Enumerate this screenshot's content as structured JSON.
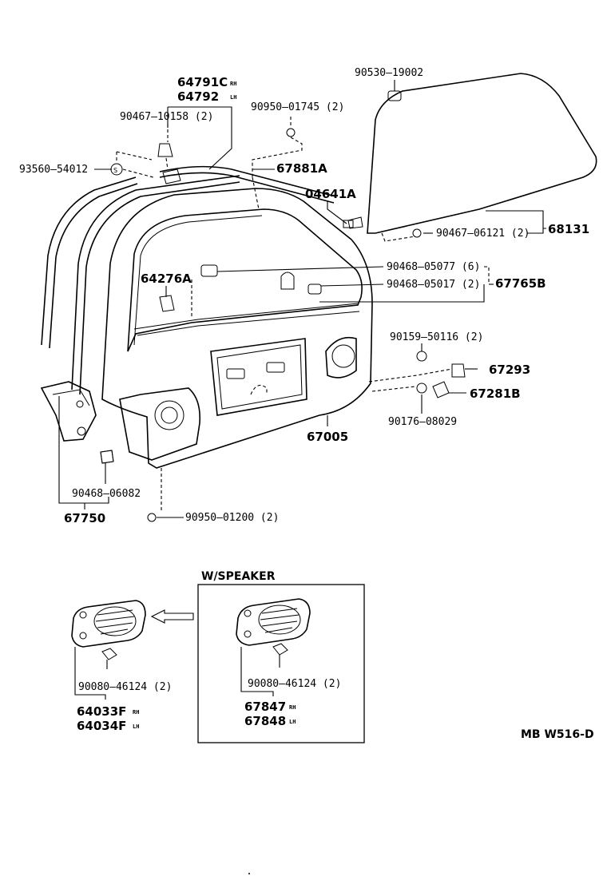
{
  "diagram": {
    "labels": {
      "p64791C": "64791C",
      "p64791C_side": "RH",
      "p64792": "64792",
      "p64792_side": "LH",
      "p90467_10158": "90467–10158 (2)",
      "p90950_01745": "90950–01745 (2)",
      "p93560_54012": "93560–54012",
      "p67881A": "67881A",
      "p04641A": "04641A",
      "p90530_19002": "90530–19002",
      "p90467_06121": "90467–06121 (2)",
      "p68131": "68131",
      "p64276A": "64276A",
      "p90468_05077": "90468–05077 (6)",
      "p90468_05017": "90468–05017 (2)",
      "p67765B": "67765B",
      "p90159_50116": "90159–50116 (2)",
      "p67293": "67293",
      "p67281B": "67281B",
      "p90176_08029": "90176–08029",
      "p67005": "67005",
      "p90468_06082": "90468–06082",
      "p67750": "67750",
      "p90950_01200": "90950–01200 (2)",
      "speaker_title": "W/SPEAKER",
      "p90080_46124_left": "90080–46124 (2)",
      "p64033F": "64033F",
      "p64033F_side": "RH",
      "p64034F": "64034F",
      "p64034F_side": "LH",
      "p90080_46124_right": "90080–46124 (2)",
      "p67847": "67847",
      "p67847_side": "RH",
      "p67848": "67848",
      "p67848_side": "LH",
      "drawing_code": "MB W516-D"
    }
  }
}
